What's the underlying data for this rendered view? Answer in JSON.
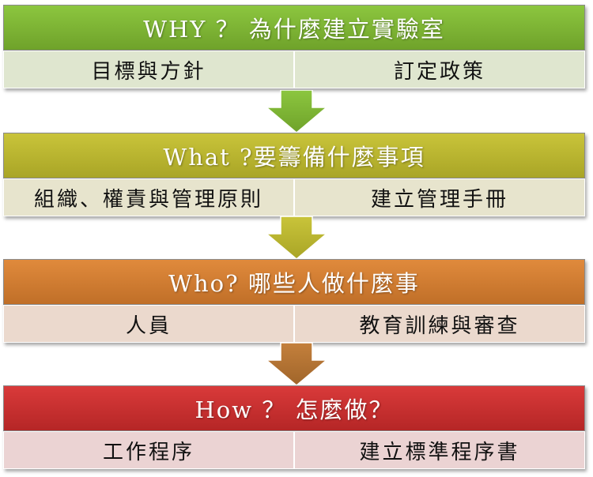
{
  "sections": [
    {
      "title": "WHY ？ 為什麼建立實驗室",
      "header_color": "#8cc63f",
      "header_color_dark": "#6fa22a",
      "cell_color": "#dfe6cf",
      "items": [
        "目標與方針",
        "訂定政策"
      ]
    },
    {
      "title": "What ?要籌備什麼事項",
      "header_color": "#c9c43a",
      "header_color_dark": "#a9a526",
      "cell_color": "#e7e4cd",
      "items": [
        "組織、權責與管理原則",
        "建立管理手冊"
      ]
    },
    {
      "title": "Who? 哪些人做什麼事",
      "header_color": "#e08a3c",
      "header_color_dark": "#c06f28",
      "cell_color": "#ebd9cd",
      "items": [
        "人員",
        "教育訓練與審查"
      ]
    },
    {
      "title": "How ？ 怎麼做？",
      "header_color": "#d93a3a",
      "header_color_dark": "#b52626",
      "cell_color": "#ebd3d3",
      "items": [
        "工作程序",
        "建立標準程序書"
      ]
    }
  ],
  "arrows": [
    {
      "color": "#8cc63f",
      "color_dark": "#6fa22a"
    },
    {
      "color": "#c9c43a",
      "color_dark": "#a9a526"
    },
    {
      "color": "#c4803c",
      "color_dark": "#a0652a"
    }
  ]
}
